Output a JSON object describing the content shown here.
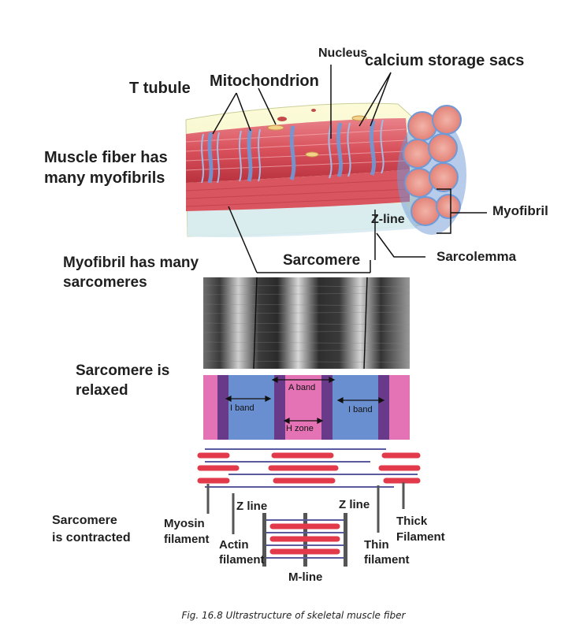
{
  "labels": {
    "nucleus": "Nucleus",
    "calcium_storage_sacs": "calcium storage sacs",
    "t_tubule": "T tubule",
    "mitochondrion": "Mitochondrion",
    "muscle_fiber_line1": "Muscle fiber has",
    "muscle_fiber_line2": "many myofibrils",
    "myofibril": "Myofibril",
    "z_line_top": "Z-line",
    "sarcolemma": "Sarcolemma",
    "myofibril_sarc_line1": "Myofibril has many",
    "myofibril_sarc_line2": "sarcomeres",
    "sarcomere": "Sarcomere",
    "relaxed_line1": "Sarcomere is",
    "relaxed_line2": "relaxed",
    "a_band": "A band",
    "i_band_left": "I band",
    "i_band_right": "I band",
    "h_zone": "H zone",
    "contracted_line1": "Sarcomere",
    "contracted_line2": "is contracted",
    "myosin_line1": "Myosin",
    "myosin_line2": "filament",
    "z_line_left": "Z line",
    "z_line_right": "Z line",
    "actin_line1": "Actin",
    "actin_line2": "filament",
    "thin_line1": "Thin",
    "thin_line2": "filament",
    "thick_line1": "Thick",
    "thick_line2": "Filament",
    "m_line": "M-line"
  },
  "caption": "Fig. 16.8 Ultrastructure of skeletal muscle fiber",
  "colors": {
    "fiber_red": "#d9535c",
    "tubule_blue": "#6f9ad8",
    "sheath_yellow": "#fbf6b8",
    "band_pink": "#e373b5",
    "band_purple": "#6a3a8a",
    "band_blue": "#6a8fd0",
    "thick_filament": "#e23a4a",
    "thin_filament": "#5a5aa0"
  }
}
